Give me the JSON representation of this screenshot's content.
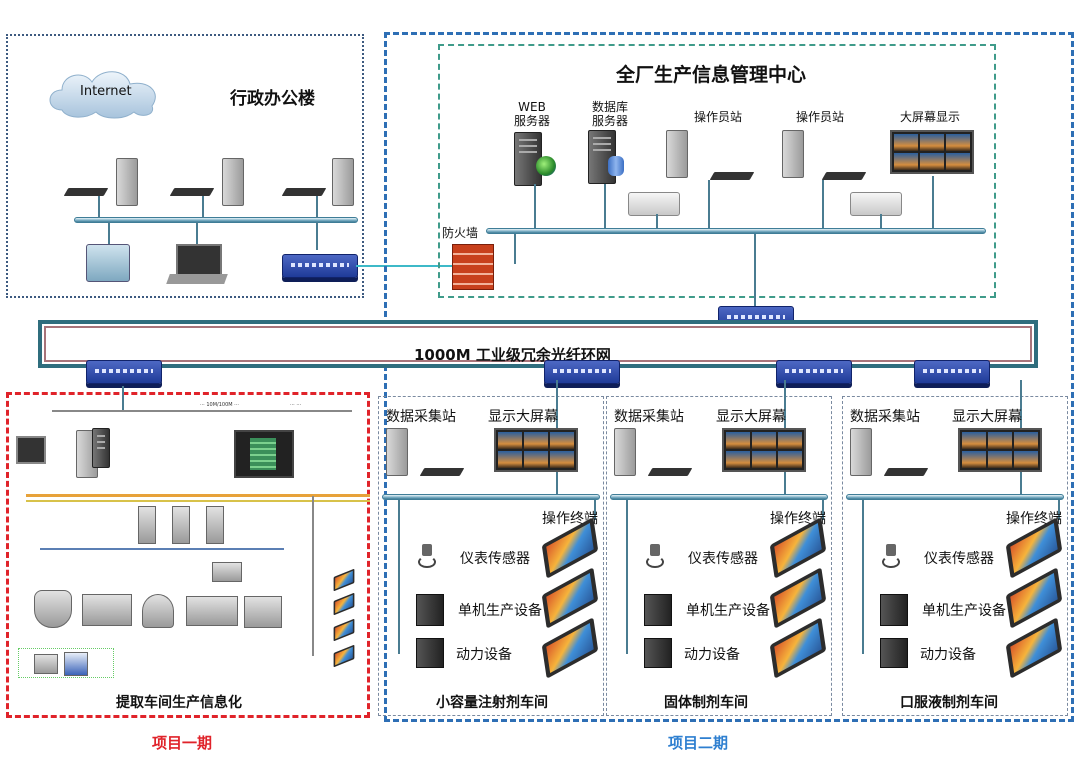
{
  "colors": {
    "admin_border": "#3d5a80",
    "center_border": "#3f9b8a",
    "phase2_border": "#2e6fb5",
    "phase1_border": "#e0232a",
    "ring": "#2f6d7d",
    "phase1_label": "#e0232a",
    "phase2_label": "#2e7fd0"
  },
  "admin": {
    "internet": "Internet",
    "title": "行政办公楼"
  },
  "center": {
    "title": "全厂生产信息管理中心",
    "web_server": "WEB\n服务器",
    "db_server": "数据库\n服务器",
    "operator_1": "操作员站",
    "operator_2": "操作员站",
    "big_screen": "大屏幕显示",
    "firewall": "防火墙"
  },
  "ring": {
    "label": "1000M 工业级冗余光纤环网"
  },
  "workshops": [
    {
      "collect": "数据采集站",
      "screen": "显示大屏幕",
      "terminal": "操作终端",
      "sensor": "仪表传感器",
      "machine": "单机生产设备",
      "power": "动力设备",
      "name": "小容量注射剂车间"
    },
    {
      "collect": "数据采集站",
      "screen": "显示大屏幕",
      "terminal": "操作终端",
      "sensor": "仪表传感器",
      "machine": "单机生产设备",
      "power": "动力设备",
      "name": "固体制剂车间"
    },
    {
      "collect": "数据采集站",
      "screen": "显示大屏幕",
      "terminal": "操作终端",
      "sensor": "仪表传感器",
      "machine": "单机生产设备",
      "power": "动力设备",
      "name": "口服液制剂车间"
    }
  ],
  "phase1": {
    "name": "提取车间生产信息化",
    "label": "项目一期"
  },
  "phase2": {
    "label": "项目二期"
  }
}
